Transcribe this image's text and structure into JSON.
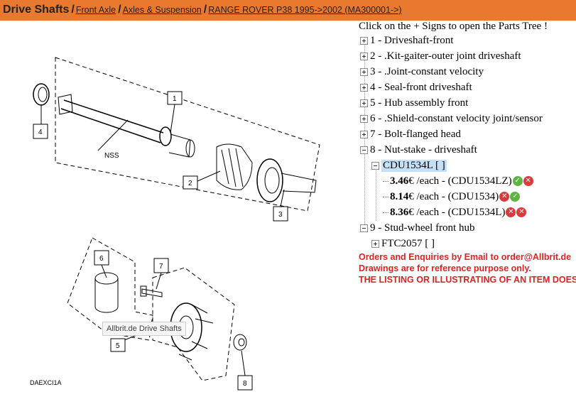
{
  "breadcrumb": {
    "title": "Drive Shafts",
    "links": [
      "Front Axle",
      "Axles & Suspension",
      "RANGE ROVER P38 1995->2002 (MA300001->)"
    ]
  },
  "diagram": {
    "labels": [
      "1",
      "2",
      "3",
      "4",
      "5",
      "6",
      "7",
      "8"
    ],
    "nss": "NSS",
    "code": "DAEXCI1A",
    "tooltip": "Allbrit.de Drive Shafts"
  },
  "tree": {
    "intro": "Click on the + Signs to open the Parts Tree !",
    "items": [
      "1 - Driveshaft-front",
      "2 - .Kit-gaiter-outer joint driveshaft",
      "3 - .Joint-constant velocity",
      "4 - Seal-front driveshaft",
      "5 - Hub assembly front",
      "6 - .Shield-constant velocity joint/sensor",
      "7 - Bolt-flanged head",
      "8 - Nut-stake - driveshaft",
      "9 - Stud-wheel front hub"
    ],
    "sub8": "CDU1534L [ ]",
    "prices": [
      {
        "price": "3.46",
        "text": " € /each - (CDU1534LZ)"
      },
      {
        "price": "8.14",
        "text": " € /each - (CDU1534)"
      },
      {
        "price": "8.36",
        "text": " € /each - (CDU1534L)"
      }
    ],
    "sub9": "FTC2057 [ ]"
  },
  "notices": [
    "Orders and Enquiries by Email to order@Allbrit.de",
    "Drawings are for reference purpose only.",
    "THE LISTING OR ILLUSTRATING OF AN ITEM DOES NOT"
  ],
  "colors": {
    "header": "#e8792e",
    "notice": "#dd2222",
    "ok": "#5cb542",
    "no": "#d93a3a",
    "selected": "#c4dff6"
  }
}
